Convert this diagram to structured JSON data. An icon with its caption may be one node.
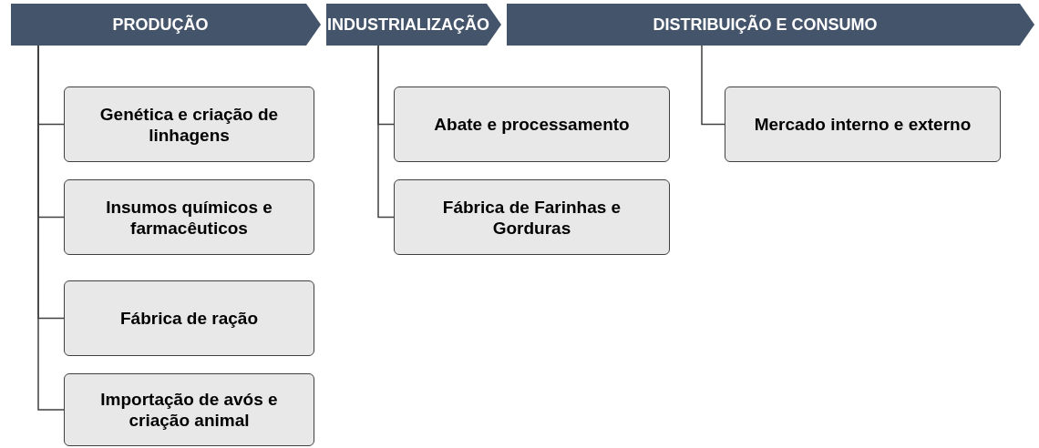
{
  "diagram": {
    "nodes": [
      {
        "text": [
          "PRODUÇÃO"
        ]
      },
      {
        "text": [
          "Genética e criação de linhagens"
        ]
      },
      {
        "text": [
          "Insumos químicos e farmacêuticos"
        ]
      },
      {
        "text": [
          "Fábrica de ração"
        ]
      },
      {
        "text": [
          "Importação de avós e criação animal"
        ]
      },
      {
        "text": [
          "INDUSTRIALIZAÇÃO"
        ]
      },
      {
        "text": [
          "Abate e processamento"
        ]
      },
      {
        "text": [
          "Fábrica de Farinhas e Gorduras"
        ]
      },
      {
        "text": [
          "DISTRIBUIÇÃO E CONSUMO"
        ]
      },
      {
        "text": [
          "Mercado interno e externo"
        ]
      }
    ],
    "edges": [
      {
        "from": 0,
        "to": 1,
        "arrow": "none"
      },
      {
        "from": 0,
        "to": 2,
        "arrow": "none"
      },
      {
        "from": 0,
        "to": 3,
        "arrow": "none"
      },
      {
        "from": 0,
        "to": 4,
        "arrow": "none"
      },
      {
        "from": 5,
        "to": 6,
        "arrow": "none"
      },
      {
        "from": 5,
        "to": 7,
        "arrow": "none"
      },
      {
        "from": 8,
        "to": 9,
        "arrow": "none"
      }
    ]
  }
}
